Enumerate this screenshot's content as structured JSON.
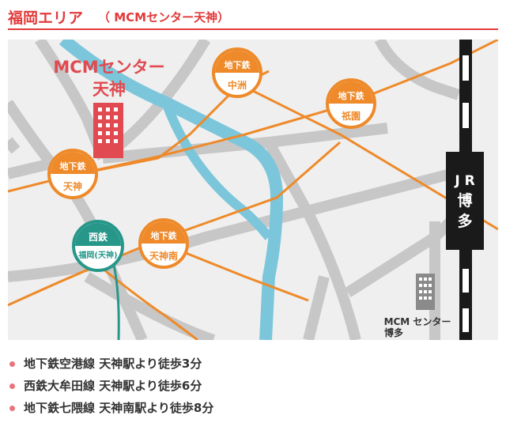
{
  "header": {
    "title": "福岡エリア",
    "subtitle": "（ MCMセンター天神）"
  },
  "map": {
    "colors": {
      "background": "#efefef",
      "road": "#c7c7c7",
      "river": "#7cc6db",
      "subway": "#ee8a2a",
      "nishitetsu": "#27978a",
      "building_red": "#e04a50",
      "building_gray": "#8a8a8a",
      "jr": "#1a1a1a"
    },
    "target": {
      "line1": "MCMセンター",
      "line2": "天神"
    },
    "stations": {
      "nakasu": {
        "top": "地下鉄",
        "bottom": "中洲"
      },
      "gion": {
        "top": "地下鉄",
        "bottom": "祇園"
      },
      "tenjin": {
        "top": "地下鉄",
        "bottom": "天神"
      },
      "tenjin_minami": {
        "top": "地下鉄",
        "bottom": "天神南"
      },
      "nishitetsu_fukuoka": {
        "top": "西鉄",
        "bottom": "福岡(天神)"
      }
    },
    "jr_hakata": {
      "line1": "J R",
      "line2": "博",
      "line3": "多"
    },
    "hakata_center": {
      "line1": "MCM センター",
      "line2": "博多"
    }
  },
  "notes": [
    "地下鉄空港線 天神駅より徒歩3分",
    "西鉄大牟田線 天神駅より徒歩6分",
    "地下鉄七隈線 天神南駅より徒歩8分"
  ]
}
